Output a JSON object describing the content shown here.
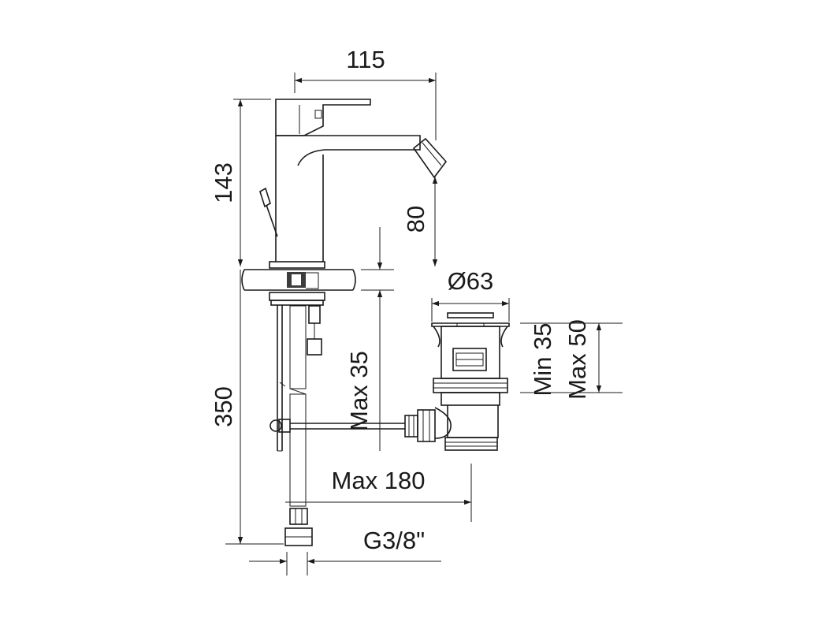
{
  "dimensions": {
    "spout_reach": "115",
    "total_height": "143",
    "spout_height": "80",
    "waste_diameter": "Ø63",
    "deck_max": "Max 35",
    "waste_min": "Min 35",
    "waste_max": "Max 50",
    "hose_length": "350",
    "rod_max": "Max 180",
    "connection": "G3/8\""
  }
}
